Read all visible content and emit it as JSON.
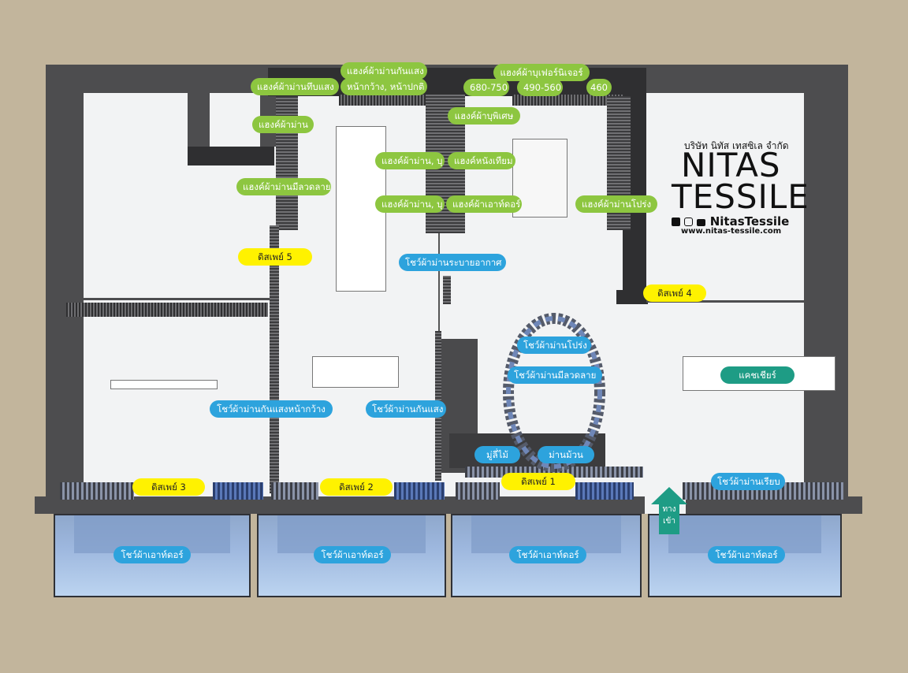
{
  "brand": {
    "company_th": "บริษัท นิทัส เทสซิเล จำกัด",
    "name_line1": "NITAS",
    "name_line2": "TESSILE",
    "social": "NitasTessile",
    "website": "www.nitas-tessile.com"
  },
  "green_labels": {
    "blackout_hanger": "แฮงค์ผ้าม่านทึบแสง",
    "blackout_curtain_hanger": "แฮงค์ผ้าม่านกันแสง",
    "wide_normal": "หน้ากว้าง, หน้าปกติ",
    "furniture_hanger": "แฮงค์ผ้าบุเฟอร์นิเจอร์",
    "size_680": "680-750",
    "size_490": "490-560",
    "size_460": "460",
    "curtain_hanger": "แฮงค์ผ้าม่าน",
    "special_upholstery": "แฮงค์ผ้าบุพิเศษ",
    "curtain_upholstery_1": "แฮงค์ผ้าม่าน, บุ",
    "leather_hanger": "แฮงค์หนังเทียม",
    "pattern_curtain_hanger": "แฮงค์ผ้าม่านมีลวดลาย",
    "curtain_upholstery_2": "แฮงค์ผ้าม่าน, บุ",
    "outdoor_hanger": "แฮงค์ผ้าเอาท์ดอร์",
    "sheer_hanger": "แฮงค์ผ้าม่านโปร่ง"
  },
  "blue_labels": {
    "breathable_show": "โชว์ผ้าม่านระบายอากาศ",
    "sheer_show": "โชว์ผ้าม่านโปร่ง",
    "pattern_show": "โชว์ผ้าม่านมีลวดลาย",
    "wide_blackout_show": "โชว์ผ้าม่านกันแสงหน้ากว้าง",
    "blackout_show": "โชว์ผ้าม่านกันแสง",
    "wood_blind": "มู่ลี่ไม้",
    "roller_blind": "ม่านม้วน",
    "plain_show": "โชว์ผ้าม่านเรียบ",
    "outdoor_1": "โชว์ผ้าเอาท์ดอร์",
    "outdoor_2": "โชว์ผ้าเอาท์ดอร์",
    "outdoor_3": "โชว์ผ้าเอาท์ดอร์",
    "outdoor_4": "โชว์ผ้าเอาท์ดอร์"
  },
  "yellow_labels": {
    "display_1": "ดิสเพย์ 1",
    "display_2": "ดิสเพย์ 2",
    "display_3": "ดิสเพย์ 3",
    "display_4": "ดิสเพย์ 4",
    "display_5": "ดิสเพย์ 5"
  },
  "cashier": "แคชเชียร์",
  "entrance": {
    "line1": "ทาง",
    "line2": "เข้า"
  },
  "colors": {
    "background": "#c2b59c",
    "wall": "#4d4d4f",
    "floor": "#f2f3f4",
    "green": "#8dc640",
    "blue": "#2da3dd",
    "yellow": "#fff200",
    "teal": "#1e9c85"
  }
}
